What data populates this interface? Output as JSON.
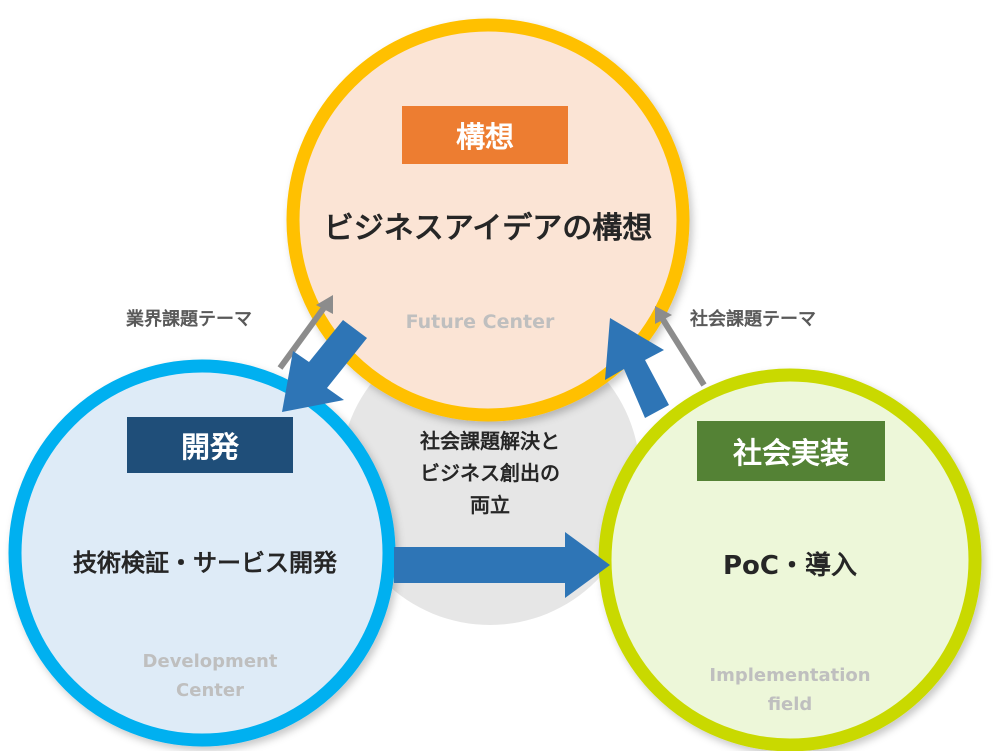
{
  "nodes": {
    "top": {
      "badge": "構想",
      "main": "ビジネスアイデアの構想",
      "sub": "Future Center",
      "badge_color": "#ED7D31",
      "fill": "#FBE4D5",
      "border": "#FFC000"
    },
    "left": {
      "badge": "開発",
      "main": "技術検証・サービス開発",
      "sub_line1": "Development",
      "sub_line2": "Center",
      "badge_color": "#1F4E79",
      "fill": "#DEEBF7",
      "border": "#00B0F0"
    },
    "right": {
      "badge": "社会実装",
      "main": "PoC・導入",
      "sub_line1": "Implementation",
      "sub_line2": "field",
      "badge_color": "#548235",
      "fill": "#EDF7D9",
      "border": "#C9D900"
    }
  },
  "center": {
    "line1": "社会課題解決と",
    "line2": "ビジネス創出の",
    "line3": "両立",
    "fill": "#E6E6E6"
  },
  "arrow_labels": {
    "left": "業界課題テーマ",
    "right": "社会課題テーマ"
  },
  "colors": {
    "blue_arrow": "#2E75B6",
    "gray_arrow": "#8C8C8C",
    "sub_text": "#BFBFBF",
    "arrow_label_text": "#595959"
  }
}
